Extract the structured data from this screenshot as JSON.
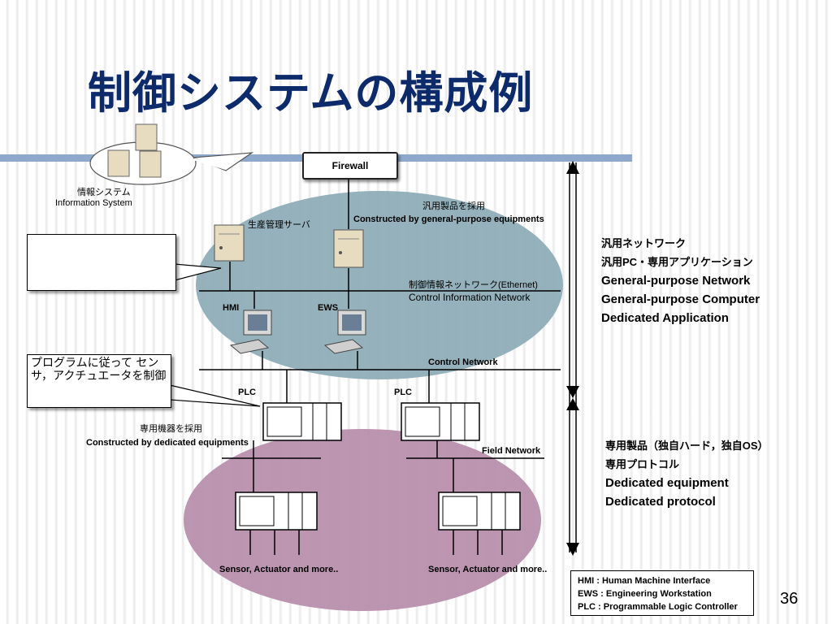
{
  "title": "制御システムの構成例",
  "page_number": "36",
  "firewall": "Firewall",
  "information_system": {
    "ja": "情報システム",
    "en": "Information System"
  },
  "general_area": {
    "ja": "汎用製品を採用",
    "en": "Constructed by general-purpose equipments"
  },
  "production_server": "生産管理サーバ",
  "control_info_network": {
    "ja": "制御情報ネットワーク(Ethernet)",
    "en": "Control Information Network"
  },
  "hmi": "HMI",
  "ews": "EWS",
  "control_network": "Control Network",
  "plc_left": "PLC",
  "plc_right": "PLC",
  "dedicated_area": {
    "ja": "専用機器を採用",
    "en": "Constructed by dedicated equipments"
  },
  "field_network": "Field Network",
  "sensor_left": "Sensor, Actuator and more..",
  "sensor_right": "Sensor, Actuator and more..",
  "callout_program": "プログラムに従って センサ，アクチュエータを制御",
  "general_desc": [
    "汎用ネットワーク",
    "汎用PC・専用アプリケーション",
    "General-purpose Network",
    "General-purpose Computer",
    "Dedicated Application"
  ],
  "dedicated_desc": [
    "専用製品（独自ハード，独自OS）",
    "専用プロトコル",
    "Dedicated equipment",
    "Dedicated protocol"
  ],
  "legend": [
    "HMI : Human Machine Interface",
    "EWS : Engineering Workstation",
    "PLC : Programmable Logic Controller"
  ],
  "colors": {
    "title": "#0d2a6b",
    "general_ellipse": "#8aaab5",
    "dedicated_ellipse": "#b58aa8",
    "header_bar": "#8fa9cc"
  }
}
